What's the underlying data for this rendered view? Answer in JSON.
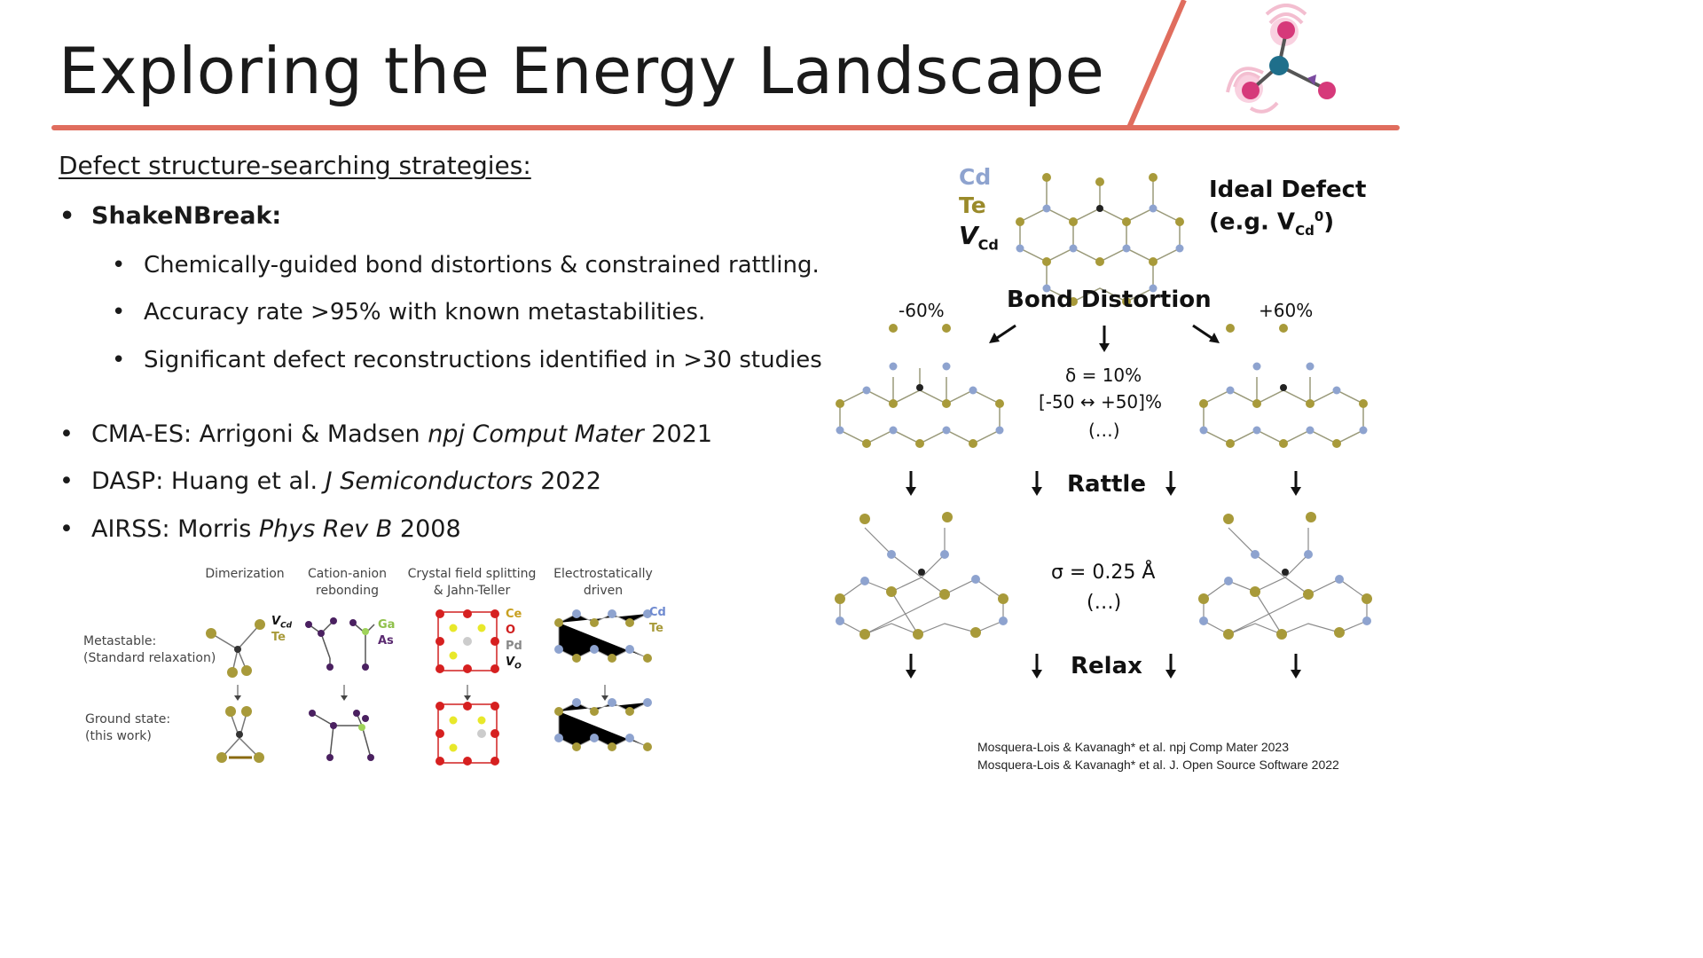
{
  "title": "Exploring the Energy Landscape",
  "colors": {
    "accent": "#e06d5e",
    "cd": "#8ea3cf",
    "te": "#a89a3a",
    "logo_pink": "#d6397a",
    "logo_blue": "#1f6f8b"
  },
  "left": {
    "heading": "Defect structure-searching strategies:",
    "bullet_mark": "•",
    "bullets": [
      {
        "text": "ShakeNBreak:"
      },
      {
        "text": "Chemically-guided bond distortions & constrained rattling."
      },
      {
        "text": "Accuracy rate >95% with known metastabilities."
      },
      {
        "text": "Significant defect reconstructions identified in >30 studies"
      },
      {
        "pre": "CMA-ES: Arrigoni & Madsen ",
        "ital": "npj Comput Mater",
        "post": " 2021"
      },
      {
        "pre": "DASP: Huang et al. ",
        "ital": "J Semiconductors",
        "post": " 2022"
      },
      {
        "pre": "AIRSS: Morris ",
        "ital": "Phys Rev B",
        "post": " 2008"
      }
    ]
  },
  "figure_left": {
    "columns": [
      "Dimerization",
      "Cation-anion\nrebonding",
      "Crystal field splitting\n& Jahn-Teller",
      "Electrostatically\ndriven"
    ],
    "rows": [
      "Metastable:\n(Standard relaxation)",
      "Ground state:\n(this work)"
    ],
    "labels": {
      "v_cd": "V",
      "v_cd_sub": "Cd",
      "te": "Te",
      "ga": "Ga",
      "as": "As",
      "ce": "Ce",
      "o": "O",
      "pd": "Pd",
      "v_o": "V",
      "v_o_sub": "O",
      "cd": "Cd",
      "te2": "Te"
    }
  },
  "right_fig": {
    "legend": {
      "cd": "Cd",
      "te": "Te",
      "v": "V",
      "v_sub": "Cd"
    },
    "ideal_defect": {
      "line1": "Ideal Defect",
      "line2_pre": "(e.g. V",
      "line2_sub": "Cd",
      "line2_sup": "0",
      "line2_post": ")"
    },
    "bond_distortion": "Bond Distortion",
    "minus": "-60%",
    "plus": "+60%",
    "delta_line": "δ = 10%",
    "range_line": "[-50 ↔ +50]%",
    "ellipsis": "(…)",
    "rattle": "Rattle",
    "sigma_line": "σ = 0.25 Å",
    "ellipsis2": "(…)",
    "relax": "Relax"
  },
  "citations": [
    "Mosquera-Lois & Kavanagh* et al. npj Comp Mater 2023",
    "Mosquera-Lois & Kavanagh* et al. J. Open Source Software 2022"
  ]
}
